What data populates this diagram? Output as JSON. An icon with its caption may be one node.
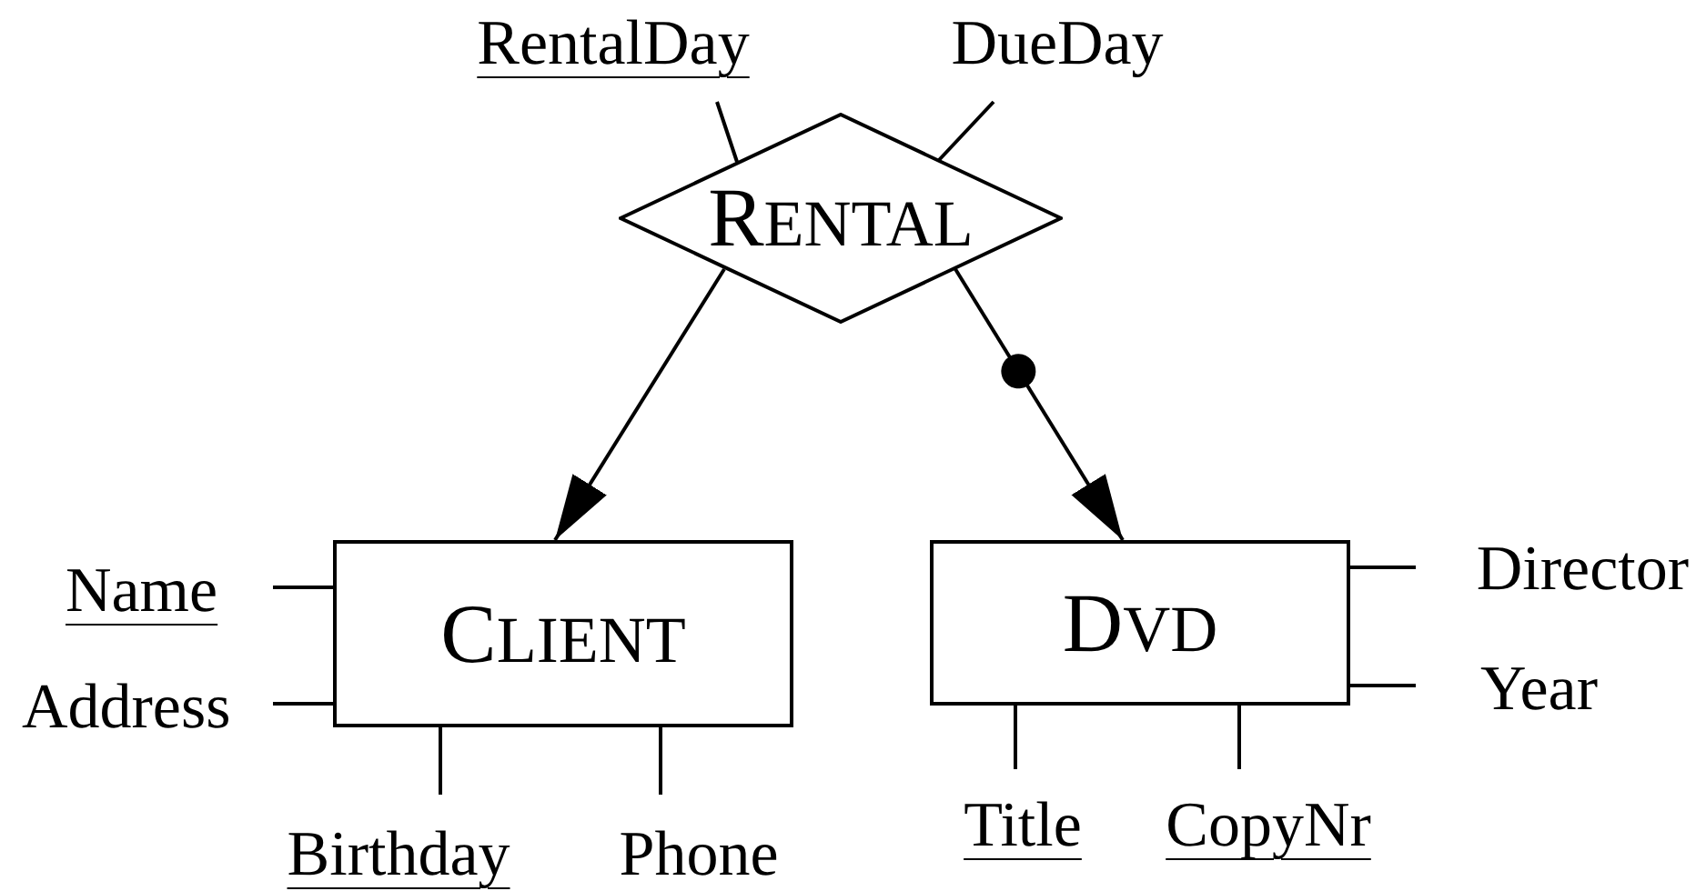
{
  "diagram": {
    "nodes": [
      {
        "text": [
          "RentalDay"
        ]
      },
      {
        "text": [
          "DueDay"
        ]
      },
      {
        "text": [
          "RENTAL"
        ]
      },
      {
        "text": [
          "Name"
        ]
      },
      {
        "text": [
          "CLIENT"
        ]
      },
      {
        "text": [
          "DVD"
        ]
      },
      {
        "text": [
          "Director"
        ]
      },
      {
        "text": [
          "Address"
        ]
      },
      {
        "text": [
          "Year"
        ]
      },
      {
        "text": [
          "Birthday"
        ]
      },
      {
        "text": [
          "Title"
        ]
      },
      {
        "text": [
          "CopyNr"
        ]
      },
      {
        "text": [
          "Phone"
        ]
      }
    ],
    "edges": [
      {
        "from": 0,
        "to": 2,
        "arrow": "none"
      },
      {
        "from": 1,
        "to": 2,
        "arrow": "none"
      },
      {
        "from": 2,
        "to": 4,
        "arrow": "to"
      },
      {
        "from": 2,
        "to": 5,
        "arrow": "to"
      },
      {
        "from": 3,
        "to": 4,
        "arrow": "none"
      },
      {
        "from": 7,
        "to": 4,
        "arrow": "none"
      },
      {
        "from": 9,
        "to": 4,
        "arrow": "none"
      },
      {
        "from": 12,
        "to": 4,
        "arrow": "none"
      },
      {
        "from": 6,
        "to": 5,
        "arrow": "none"
      },
      {
        "from": 8,
        "to": 5,
        "arrow": "none"
      },
      {
        "from": 10,
        "to": 5,
        "arrow": "none"
      },
      {
        "from": 11,
        "to": 5,
        "arrow": "none"
      }
    ]
  }
}
